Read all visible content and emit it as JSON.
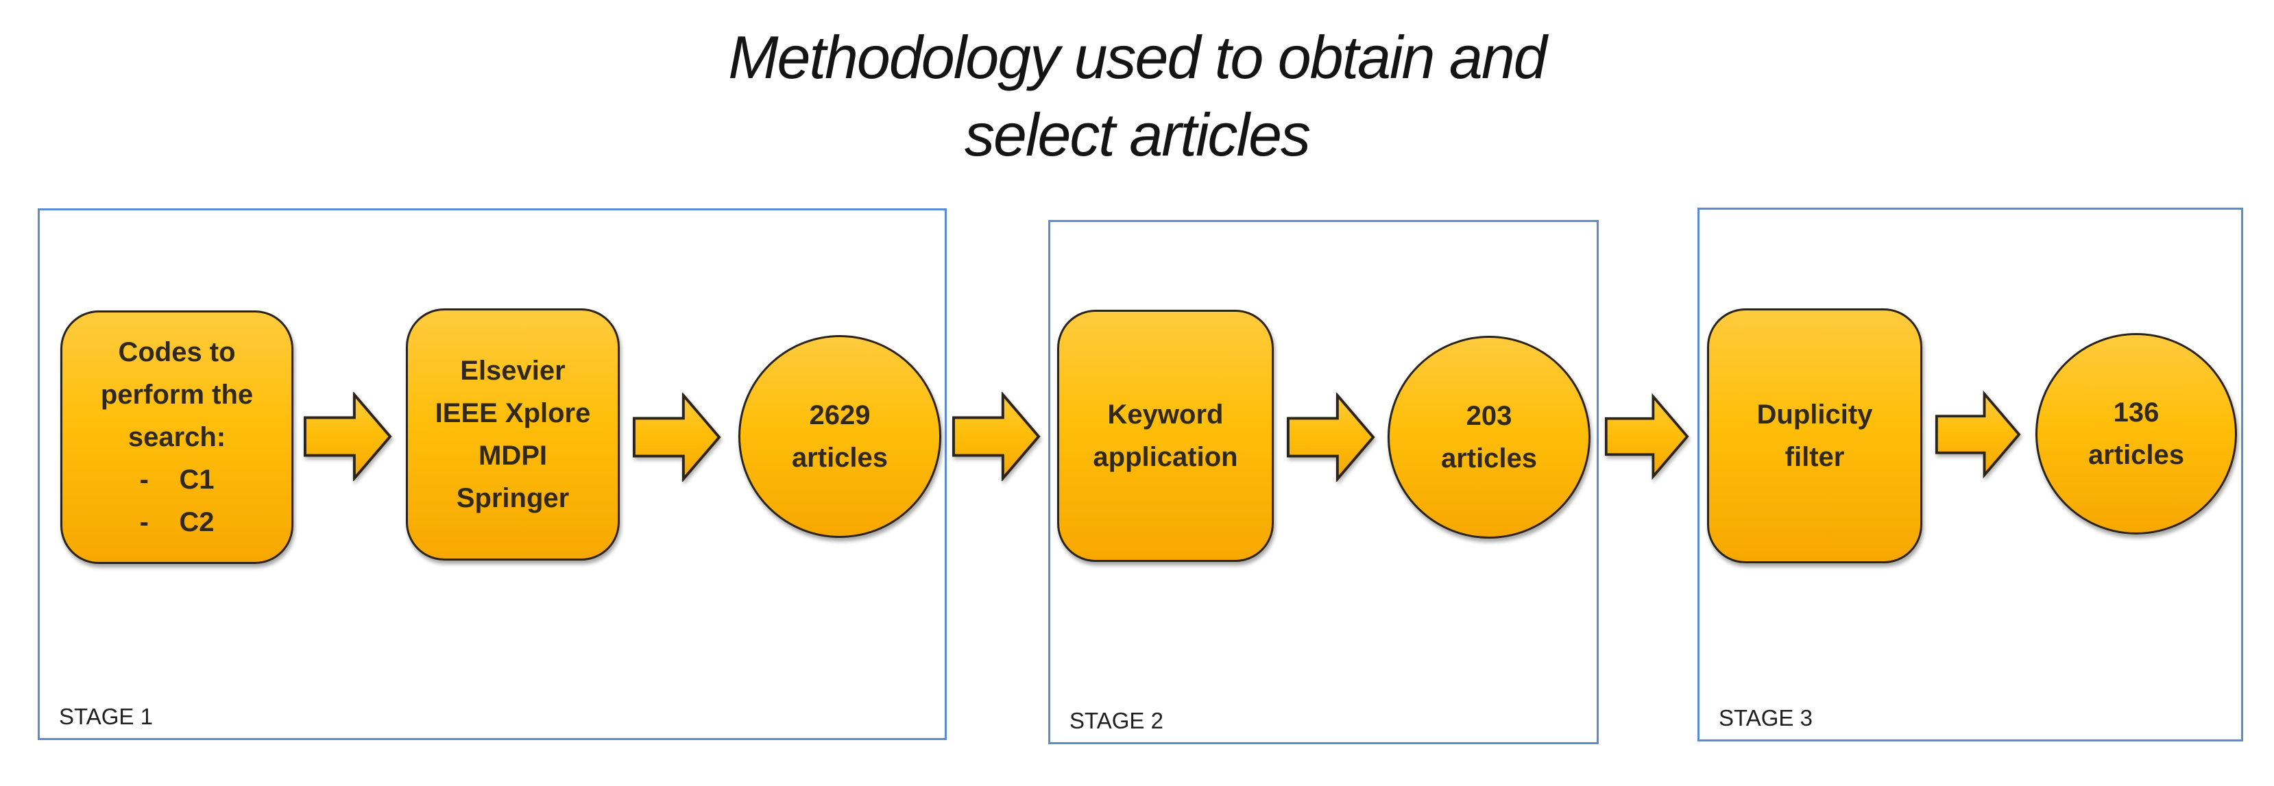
{
  "title": {
    "lines": [
      "Methodology used to obtain and",
      "select articles"
    ]
  },
  "colors": {
    "shape_fill_top": "#FFCB3D",
    "shape_fill_bottom": "#F7A800",
    "shape_border": "#2B2417",
    "stage_frame_border": "#5B8BD0",
    "shape_text": "#30291A",
    "title_text": "#141414"
  },
  "stages": [
    {
      "label": "STAGE 1",
      "nodes": [
        {
          "type": "rounded-rect",
          "lines": [
            "Codes to",
            "perform the",
            "search:",
            "-    C1",
            "-    C2"
          ]
        },
        {
          "type": "rounded-rect",
          "lines": [
            "Elsevier",
            "IEEE Xplore",
            "MDPI",
            "Springer"
          ]
        },
        {
          "type": "circle",
          "lines": [
            "2629",
            "articles"
          ]
        }
      ]
    },
    {
      "label": "STAGE 2",
      "nodes": [
        {
          "type": "rounded-rect",
          "lines": [
            "Keyword",
            "application"
          ]
        },
        {
          "type": "circle",
          "lines": [
            "203",
            "articles"
          ]
        }
      ]
    },
    {
      "label": "STAGE 3",
      "nodes": [
        {
          "type": "rounded-rect",
          "lines": [
            "Duplicity",
            "filter"
          ]
        },
        {
          "type": "circle",
          "lines": [
            "136",
            "articles"
          ]
        }
      ]
    }
  ]
}
